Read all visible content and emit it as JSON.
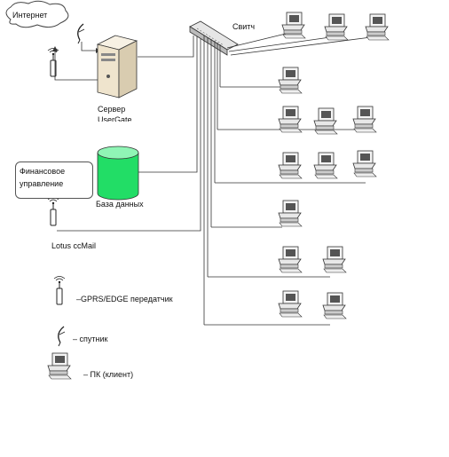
{
  "labels": {
    "internet": "Интернет",
    "switch": "Свитч",
    "server": "Сервер\nUserGate",
    "database": "База данных",
    "finance": "Финансовое управление",
    "lotus": "Lotus ccMail"
  },
  "legend": {
    "gprs": "–GPRS/EDGE  передатчик",
    "satellite": "– спутник",
    "pc": "–  ПК (клиент)"
  },
  "colors": {
    "database_fill": "#22dd66",
    "line": "#333333",
    "server_body": "#f2e9d8"
  }
}
